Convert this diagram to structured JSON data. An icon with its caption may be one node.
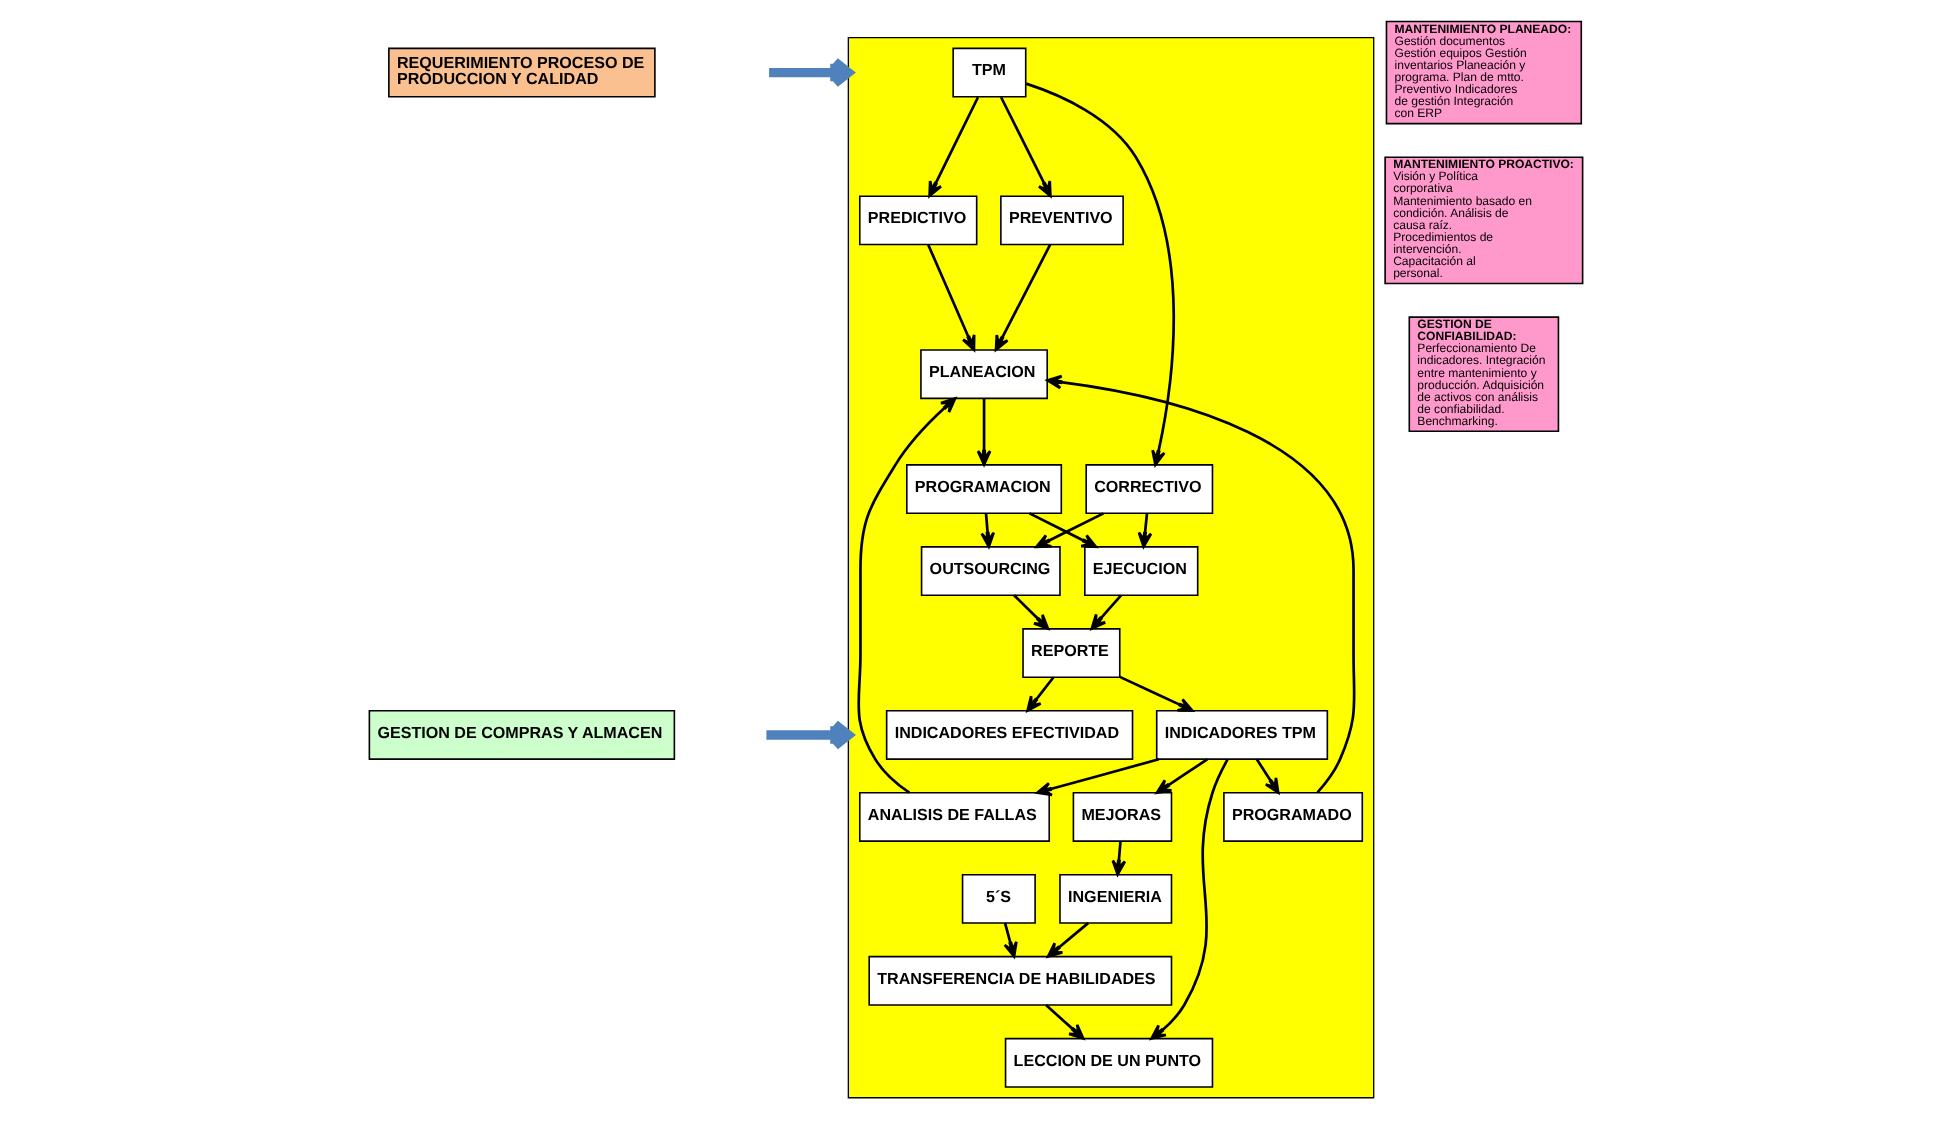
{
  "diagram": {
    "nodes": [
      {
        "text": [],
        "shape": "box"
      },
      {
        "text": [
          "TPM"
        ],
        "in": 0
      },
      {
        "text": [
          "PREVENTIVO"
        ],
        "in": 0
      },
      {
        "text": [
          "PREDICTIVO"
        ],
        "in": 0
      },
      {
        "text": [
          "CORRECTIVO"
        ],
        "in": 0
      },
      {
        "text": [
          "PLANEACION"
        ],
        "in": 0
      },
      {
        "text": [
          "EJECUCION"
        ],
        "in": 0
      },
      {
        "text": [
          "OUTSOURCING"
        ],
        "in": 0
      },
      {
        "text": [
          "PROGRAMACION"
        ],
        "in": 0
      },
      {
        "text": [
          "REPORTE"
        ],
        "in": 0
      },
      {
        "text": [
          "PROGRAMADO"
        ],
        "in": 0
      },
      {
        "text": [
          "INDICADORES TPM"
        ],
        "in": 0
      },
      {
        "text": [
          "ANALISIS DE FALLAS"
        ],
        "in": 0
      },
      {
        "text": [
          "LECCION DE UN PUNTO"
        ],
        "in": 0
      },
      {
        "text": [
          "INGENIERIA"
        ],
        "in": 0
      },
      {
        "text": [
          "MEJORAS"
        ],
        "in": 0
      },
      {
        "text": [
          "TRANSFERENCIA DE HABILIDADES"
        ],
        "in": 0
      },
      {
        "text": [
          "5´S"
        ],
        "in": 0
      },
      {
        "text": [
          "INDICADORES EFECTIVIDAD"
        ],
        "in": 0
      },
      {
        "text": [
          "MANTENIMIENTO PLANEADO:",
          "Gestión documentos Gestión equipos Gestión inventarios Planeación y programa. Plan de mtto. Preventivo Indicadores de gestión Integración con ERP"
        ]
      },
      {
        "text": [
          "MANTENIMIENTO PROACTIVO:",
          "Visión y Política corporativa Mantenimiento basado en condición. Análisis de causa raíz. Procedimientos de intervención. Capacitación al personal."
        ]
      },
      {
        "text": [
          "GESTION DE CONFIABILIDAD:",
          "Perfeccionamiento De indicadores. Integración entre mantenimiento y producción. Adquisición de activos con análisis de confiabilidad. Benchmarking."
        ]
      },
      {
        "text": [
          "REQUERIMIENTO PROCESO DE PRODUCCION Y CALIDAD"
        ]
      },
      {
        "text": [
          "GESTION DE COMPRAS Y ALMACEN"
        ]
      }
    ],
    "edges": [
      {
        "from": 1,
        "to": 2,
        "arrow": "to"
      },
      {
        "from": 1,
        "to": 3,
        "arrow": "to"
      },
      {
        "from": 1,
        "to": 4,
        "arrow": "to"
      },
      {
        "from": 2,
        "to": 5,
        "arrow": "to"
      },
      {
        "from": 3,
        "to": 5,
        "arrow": "to"
      },
      {
        "from": 4,
        "to": 6,
        "arrow": "to"
      },
      {
        "from": 4,
        "to": 7,
        "arrow": "to"
      },
      {
        "from": 5,
        "to": 8,
        "arrow": "to"
      },
      {
        "from": 8,
        "to": 6,
        "arrow": "to"
      },
      {
        "from": 8,
        "to": 7,
        "arrow": "to"
      },
      {
        "from": 6,
        "to": 9,
        "arrow": "to"
      },
      {
        "from": 7,
        "to": 9,
        "arrow": "to"
      },
      {
        "from": 9,
        "to": 11,
        "arrow": "to"
      },
      {
        "from": 9,
        "to": 18,
        "arrow": "to"
      },
      {
        "from": 11,
        "to": 10,
        "arrow": "to"
      },
      {
        "from": 11,
        "to": 12,
        "arrow": "to"
      },
      {
        "from": 11,
        "to": 13,
        "arrow": "to"
      },
      {
        "from": 11,
        "to": 15,
        "arrow": "to"
      },
      {
        "from": 10,
        "to": 5,
        "arrow": "to"
      },
      {
        "from": 12,
        "to": 5,
        "arrow": "to"
      },
      {
        "from": 15,
        "to": 14,
        "arrow": "to"
      },
      {
        "from": 14,
        "to": 16,
        "arrow": "to"
      },
      {
        "from": 17,
        "to": 16,
        "arrow": "to"
      },
      {
        "from": 16,
        "to": 13,
        "arrow": "to"
      },
      {
        "from": null,
        "to": 0,
        "arrow": "to",
        "style": "thick",
        "color": "#4f81bd"
      },
      {
        "from": null,
        "to": 0,
        "arrow": "to",
        "style": "thick",
        "color": "#4f81bd"
      }
    ]
  }
}
